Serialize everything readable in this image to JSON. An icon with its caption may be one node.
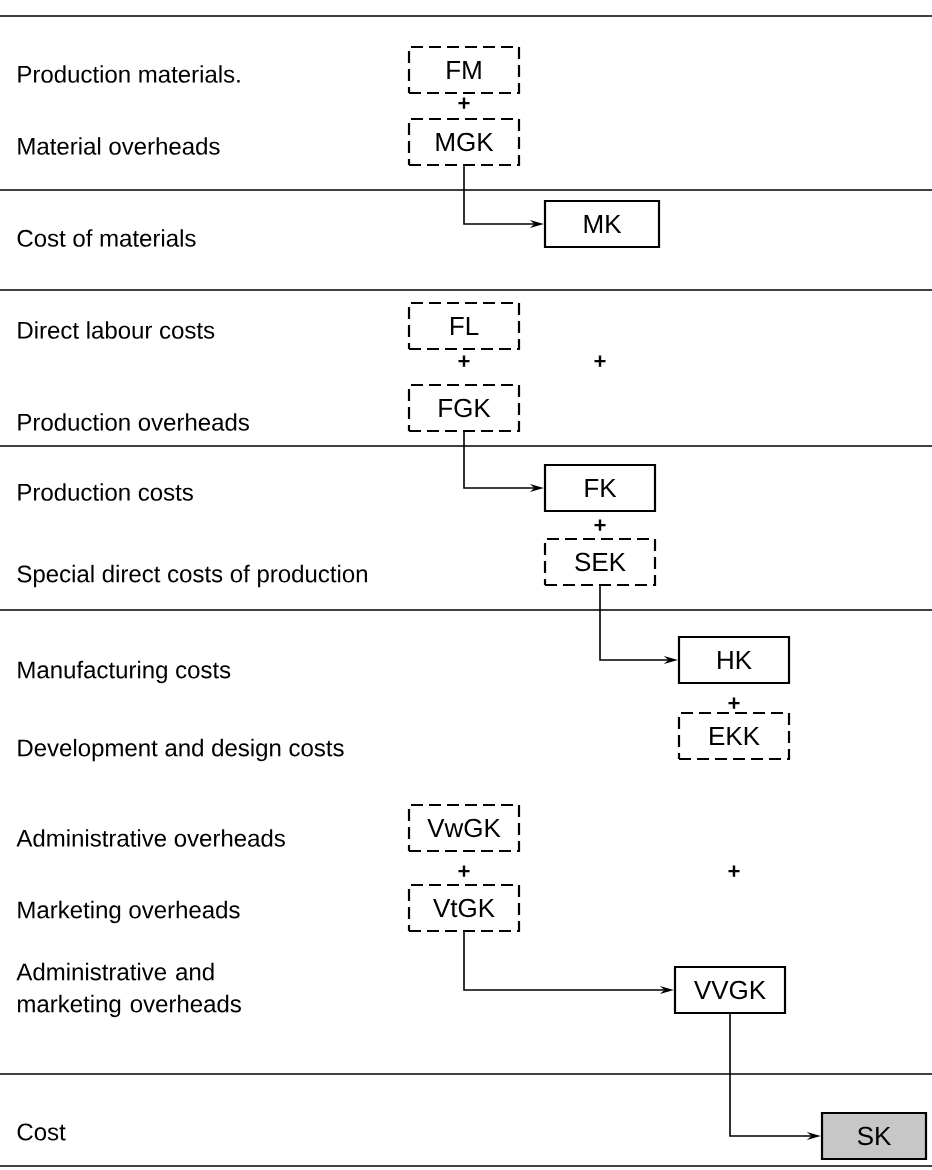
{
  "diagram": {
    "nodes": [
      {
        "text": [
          "FM"
        ]
      },
      {
        "text": [
          "MGK"
        ]
      },
      {
        "text": [
          "MK"
        ]
      },
      {
        "text": [
          "FL"
        ]
      },
      {
        "text": [
          "FGK"
        ]
      },
      {
        "text": [
          "FK"
        ]
      },
      {
        "text": [
          "SEK"
        ]
      },
      {
        "text": [
          "HK"
        ]
      },
      {
        "text": [
          "EKK"
        ]
      },
      {
        "text": [
          "VwGK"
        ]
      },
      {
        "text": [
          "VtGK"
        ]
      },
      {
        "text": [
          "VVGK"
        ]
      },
      {
        "text": [
          "SK"
        ]
      }
    ],
    "edges": [
      {
        "from": 1,
        "to": 2,
        "arrow": "to"
      },
      {
        "from": 4,
        "to": 5,
        "arrow": "to"
      },
      {
        "from": 6,
        "to": 7,
        "arrow": "to"
      },
      {
        "from": 10,
        "to": 11,
        "arrow": "to"
      },
      {
        "from": 11,
        "to": 12,
        "arrow": "to"
      }
    ],
    "labels": [
      "Production materials.",
      "+",
      "Material overheads",
      "Cost of materials",
      "Direct labour costs",
      "+",
      "+",
      "Production overheads",
      "Production costs",
      "+",
      "Special direct costs of production",
      "Manufacturing costs",
      "+",
      "Development and design costs",
      "Administrative overheads",
      "+",
      "+",
      "Marketing overheads",
      "Administrative and marketing overheads",
      "Cost"
    ]
  }
}
